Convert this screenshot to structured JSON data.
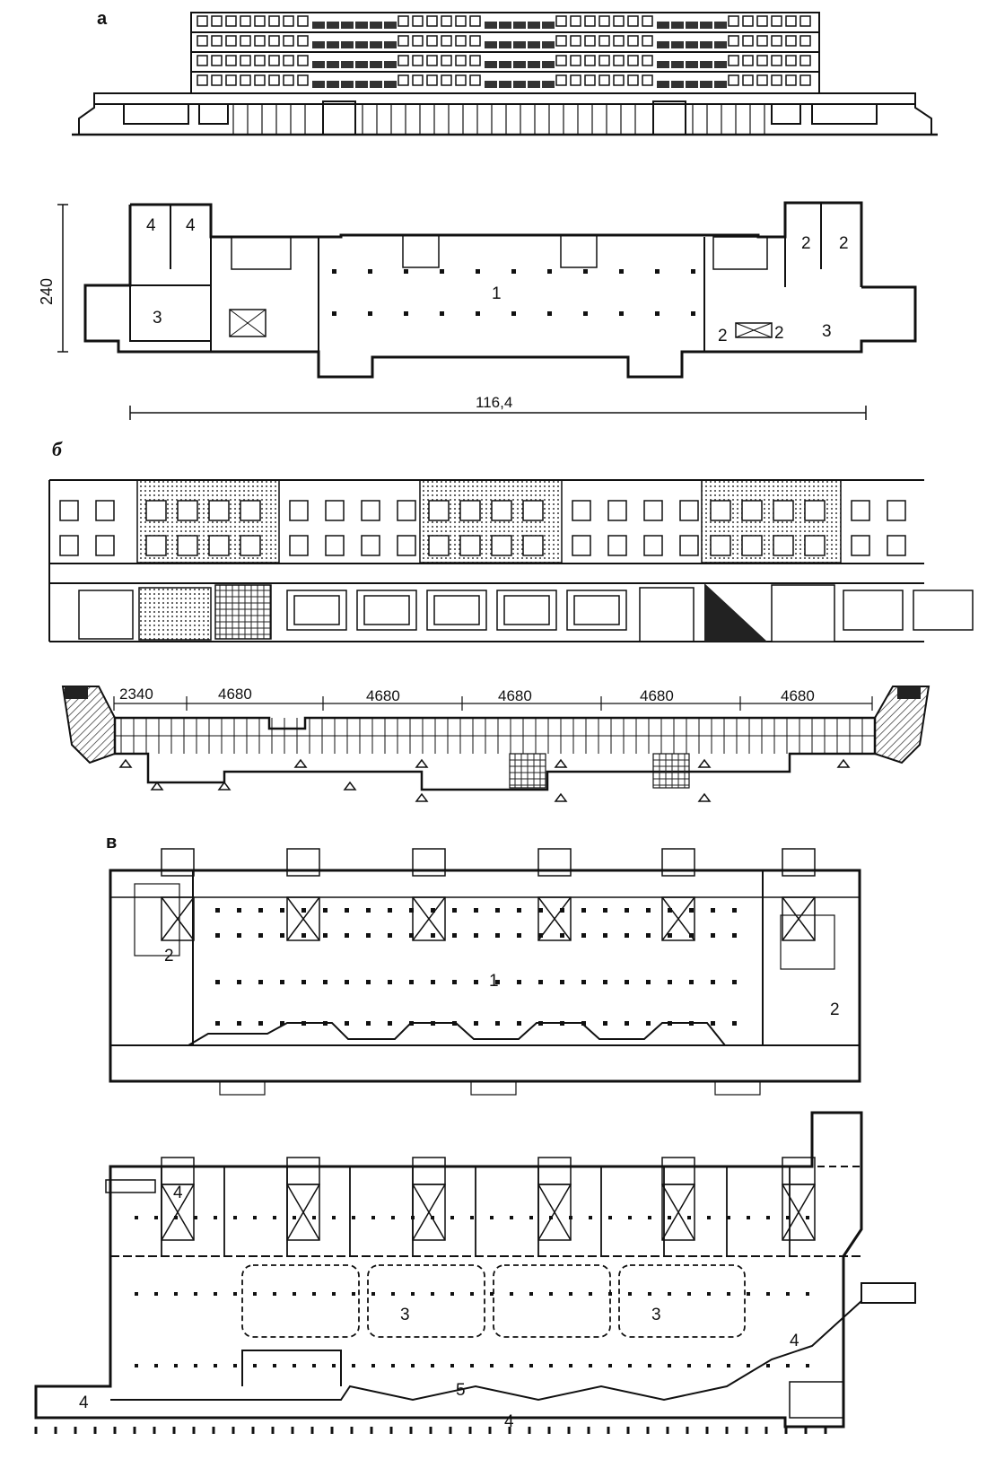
{
  "labels": {
    "a": "а",
    "b": "б",
    "v": "в"
  },
  "section_a": {
    "dims": {
      "height": "240",
      "length": "116,4"
    },
    "rooms": [
      "1",
      "2",
      "2",
      "2",
      "2",
      "3",
      "3",
      "4",
      "4"
    ]
  },
  "section_b": {
    "dims": [
      "2340",
      "4680",
      "4680",
      "4680",
      "4680",
      "4680"
    ]
  },
  "section_v": {
    "upper_rooms": [
      "1",
      "2",
      "2"
    ],
    "lower_rooms": [
      "4",
      "3",
      "3",
      "4",
      "4",
      "5",
      "4"
    ]
  }
}
